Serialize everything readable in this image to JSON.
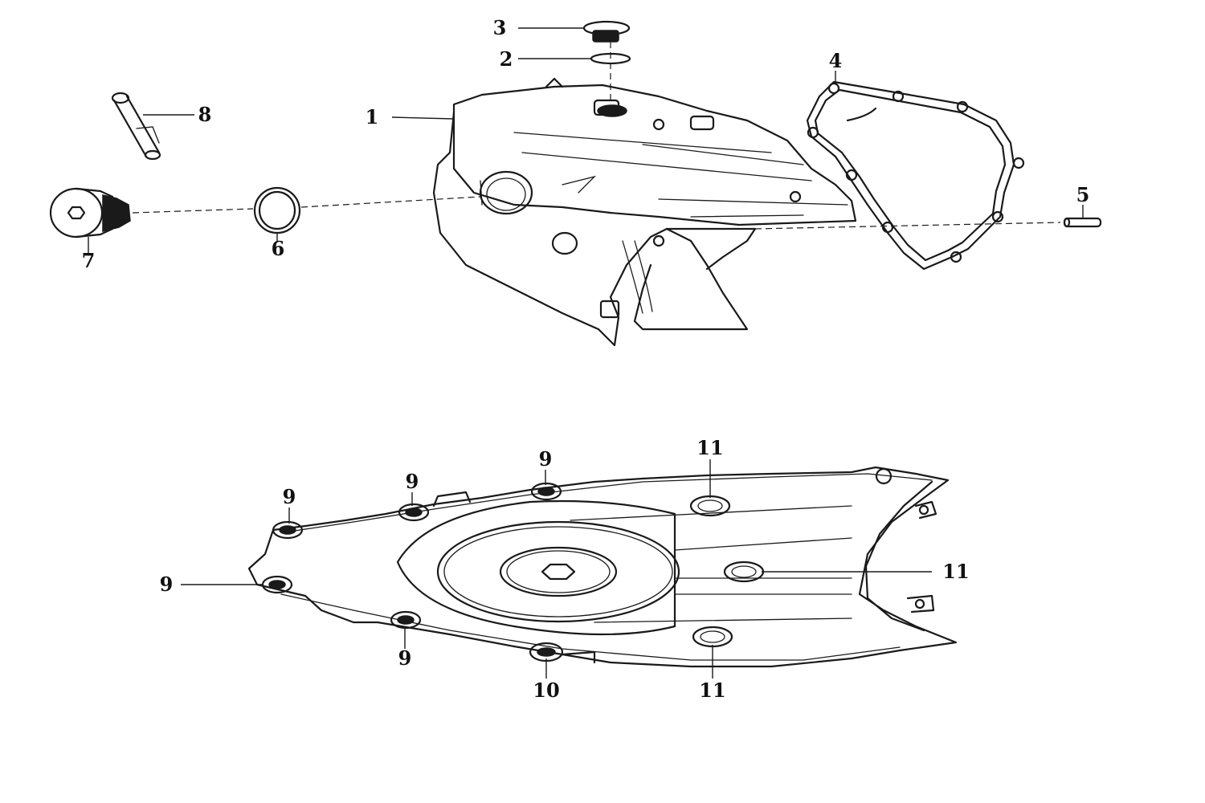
{
  "callouts": {
    "c1": "1",
    "c2": "2",
    "c3": "3",
    "c4": "4",
    "c5": "5",
    "c6": "6",
    "c7": "7",
    "c8": "8",
    "c9a": "9",
    "c9b": "9",
    "c9c": "9",
    "c9d": "9",
    "c9e": "9",
    "c10": "10",
    "c11a": "11",
    "c11b": "11",
    "c11c": "11"
  }
}
